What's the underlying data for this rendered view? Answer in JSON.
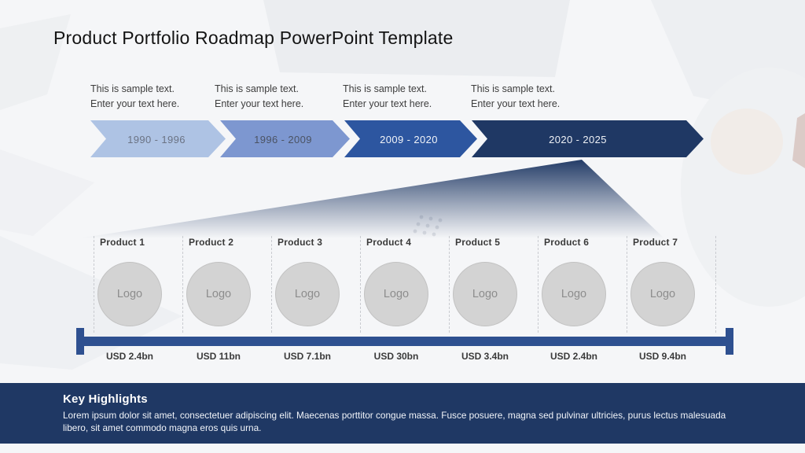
{
  "title": "Product Portfolio Roadmap PowerPoint Template",
  "phases": [
    {
      "period": "1990 - 1996",
      "note_line1": "This is sample text.",
      "note_line2": "Enter your text here.",
      "fill": "#aec3e4",
      "text_color": "#6b7384"
    },
    {
      "period": "1996 - 2009",
      "note_line1": "This is sample text.",
      "note_line2": "Enter your text here.",
      "fill": "#7d97d0",
      "text_color": "#4b5363"
    },
    {
      "period": "2009 - 2020",
      "note_line1": "This is sample text.",
      "note_line2": "Enter your text here.",
      "fill": "#2d56a0",
      "text_color": "#f2f4f8"
    },
    {
      "period": "2020 - 2025",
      "note_line1": "This is sample text.",
      "note_line2": "Enter your text here.",
      "fill": "#1f3864",
      "text_color": "#eef1f6"
    }
  ],
  "products": [
    {
      "name": "Product 1",
      "logo": "Logo",
      "value": "USD 2.4bn"
    },
    {
      "name": "Product 2",
      "logo": "Logo",
      "value": "USD 11bn"
    },
    {
      "name": "Product 3",
      "logo": "Logo",
      "value": "USD 7.1bn"
    },
    {
      "name": "Product 4",
      "logo": "Logo",
      "value": "USD 30bn"
    },
    {
      "name": "Product 5",
      "logo": "Logo",
      "value": "USD 3.4bn"
    },
    {
      "name": "Product 6",
      "logo": "Logo",
      "value": "USD 2.4bn"
    },
    {
      "name": "Product 7",
      "logo": "Logo",
      "value": "USD 9.4bn"
    }
  ],
  "highlights": {
    "heading": "Key Highlights",
    "body": "Lorem ipsum dolor sit amet, consectetuer adipiscing elit. Maecenas porttitor congue massa. Fusce posuere, magna sed pulvinar ultricies, purus lectus malesuada libero, sit amet commodo magna eros quis urna."
  },
  "colors": {
    "funnel": "#1f3864",
    "timeline_bar": "#2e5090",
    "highlights_bg": "#1f3864",
    "circle_fill": "#d3d3d3"
  }
}
